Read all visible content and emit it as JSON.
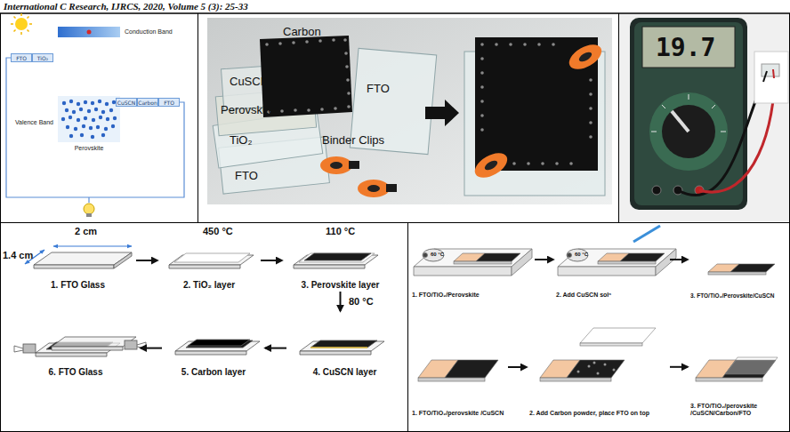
{
  "diagram": {
    "nodes": [
      {
        "text": [
          "FTO"
        ]
      },
      {
        "text": [
          "TiO₂"
        ]
      },
      {
        "text": [
          "Conduction Band"
        ]
      },
      {
        "text": [
          "Valence Band",
          "Perovskite"
        ]
      },
      {
        "text": [
          "CuSCN"
        ]
      },
      {
        "text": [
          "Carbon"
        ]
      },
      {
        "text": [
          "FTO"
        ]
      },
      {
        "text": [
          "1. FTO Glass"
        ]
      },
      {
        "text": [
          "2. TiO₂ layer"
        ]
      },
      {
        "text": [
          "3. Perovskite layer"
        ]
      },
      {
        "text": [
          "4. CuSCN layer"
        ]
      },
      {
        "text": [
          "5. Carbon layer"
        ]
      },
      {
        "text": [
          "6. FTO Glass"
        ]
      },
      {
        "text": [
          "1. FTO/TiO₂/Perovskite"
        ]
      },
      {
        "text": [
          "2. Add CuSCN solⁿ"
        ]
      },
      {
        "text": [
          "3. FTO/TiO₂/Perovskite/CuSCN"
        ]
      },
      {
        "text": [
          "1. FTO/TiO₂/perovskite /CuSCN"
        ]
      },
      {
        "text": [
          "2. Add Carbon powder, place FTO on top"
        ]
      },
      {
        "text": [
          "3. FTO/TiO₂/perovskite /CuSCN/Carbon/FTO"
        ]
      }
    ],
    "edges": [
      {
        "from": 0,
        "to": 6,
        "arrow": "none"
      },
      {
        "from": 7,
        "to": 8,
        "arrow": "to"
      },
      {
        "from": 8,
        "to": 9,
        "arrow": "to"
      },
      {
        "from": 9,
        "to": 10,
        "arrow": "to"
      },
      {
        "from": 10,
        "to": 11,
        "arrow": "to"
      },
      {
        "from": 11,
        "to": 12,
        "arrow": "to"
      },
      {
        "from": 13,
        "to": 14,
        "arrow": "to"
      },
      {
        "from": 14,
        "to": 15,
        "arrow": "to"
      },
      {
        "from": 16,
        "to": 17,
        "arrow": "to"
      },
      {
        "from": 17,
        "to": 18,
        "arrow": "to"
      }
    ],
    "labels": [
      "International C Research, IJRCS, 2020, Volume 5 (3): 25-33",
      "Carbon",
      "CuSCN",
      "Perovskite",
      "TiO₂",
      "FTO",
      "Binder Clips",
      "FTO",
      "19.7",
      "2 cm",
      "1.4 cm",
      "450 °C",
      "110 °C",
      "80 °C",
      "60 °C",
      "60 °C"
    ]
  }
}
